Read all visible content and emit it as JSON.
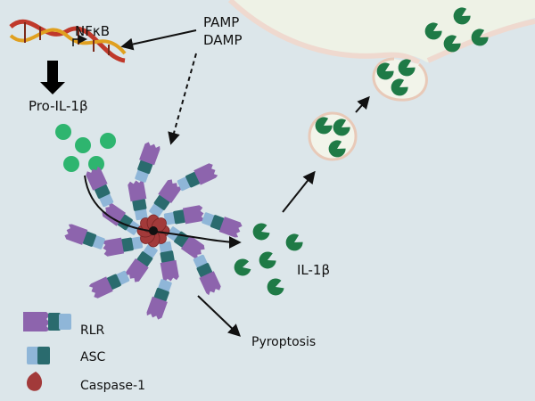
{
  "labels": {
    "nfkb": "NFκB",
    "pamp": "PAMP",
    "damp": "DAMP",
    "pro_il1b": "Pro-IL-1β",
    "il1b": "IL-1β",
    "pyroptosis": "Pyroptosis"
  },
  "legend": [
    {
      "label": "RLR",
      "icon": "rlr-icon"
    },
    {
      "label": "ASC",
      "icon": "asc-icon"
    },
    {
      "label": "Caspase-1",
      "icon": "caspase-1-icon"
    }
  ],
  "colors": {
    "background": "#dce6ea",
    "extracellular": "#eef2e6",
    "membrane": "#efd9cf",
    "pro_il1b": "#2eb56f",
    "il1b": "#1f7a46",
    "rlr": "#8d64ad",
    "asc_light": "#8fb6d8",
    "asc_dark": "#2a6b6e",
    "caspase": "#a23a3a",
    "dna_red": "#c0392b",
    "dna_gold": "#e0a020"
  }
}
